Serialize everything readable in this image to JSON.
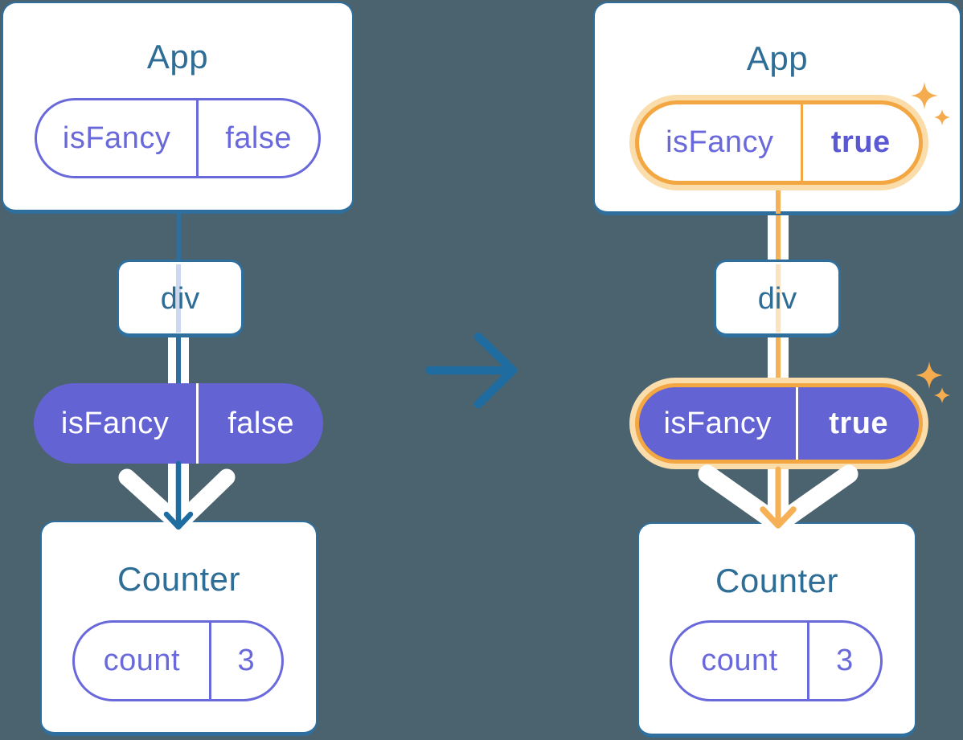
{
  "background_color": "#4b636e",
  "colors": {
    "card_border_blue": "#2e6f9e",
    "component_title_blue": "#2e6d96",
    "arrow_blue": "#1f6ca0",
    "purple_outline": "#6a69dc",
    "purple_fill": "#6463d4",
    "purple_bold_value": "#5a59d3",
    "highlight_orange": "#f2a742",
    "highlight_glow": "#fbdcab",
    "orange_flow_line": "#f6b156",
    "sparkle_orange": "#f5ac4f",
    "faint_lavender_trace": "#ccd7f0",
    "faint_peach_trace": "#fbe3c1"
  },
  "icons": {
    "transition": "right-arrow-icon",
    "prop_flow": "chevron-down-arrow-icon",
    "highlight": "sparkle-icon"
  },
  "before": {
    "app": {
      "title": "App",
      "prop_name": "isFancy",
      "prop_value": "false"
    },
    "div": {
      "label": "div"
    },
    "props_pill": {
      "name": "isFancy",
      "value": "false"
    },
    "counter": {
      "title": "Counter",
      "state_name": "count",
      "state_value": "3"
    }
  },
  "after": {
    "app": {
      "title": "App",
      "prop_name": "isFancy",
      "prop_value": "true"
    },
    "div": {
      "label": "div"
    },
    "props_pill": {
      "name": "isFancy",
      "value": "true"
    },
    "counter": {
      "title": "Counter",
      "state_name": "count",
      "state_value": "3"
    }
  }
}
